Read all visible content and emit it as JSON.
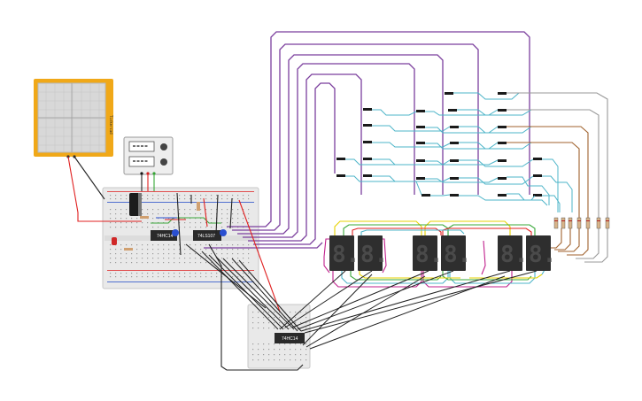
{
  "chips": {
    "main_left": "74HC14",
    "main_right": "74LS107",
    "lower": "74HC14"
  },
  "displays": [
    {
      "digit": "8."
    },
    {
      "digit": "8."
    },
    {
      "digit": "8."
    },
    {
      "digit": "8."
    },
    {
      "digit": "8."
    },
    {
      "digit": "8."
    }
  ],
  "oscilloscope": {
    "side_label": "Tinkercad"
  },
  "colors": {
    "purple_wire": "#7b3f9e",
    "cyan_wire": "#4cb4c8",
    "gray_wire": "#999999",
    "brown_wire": "#a0622d",
    "red_wire": "#e02020",
    "green_wire": "#3aa83a",
    "yellow_wire": "#e6d200",
    "magenta_wire": "#c0208c",
    "black_wire": "#222222",
    "scope_frame": "#f0a818",
    "breadboard": "#e9e9e9"
  }
}
